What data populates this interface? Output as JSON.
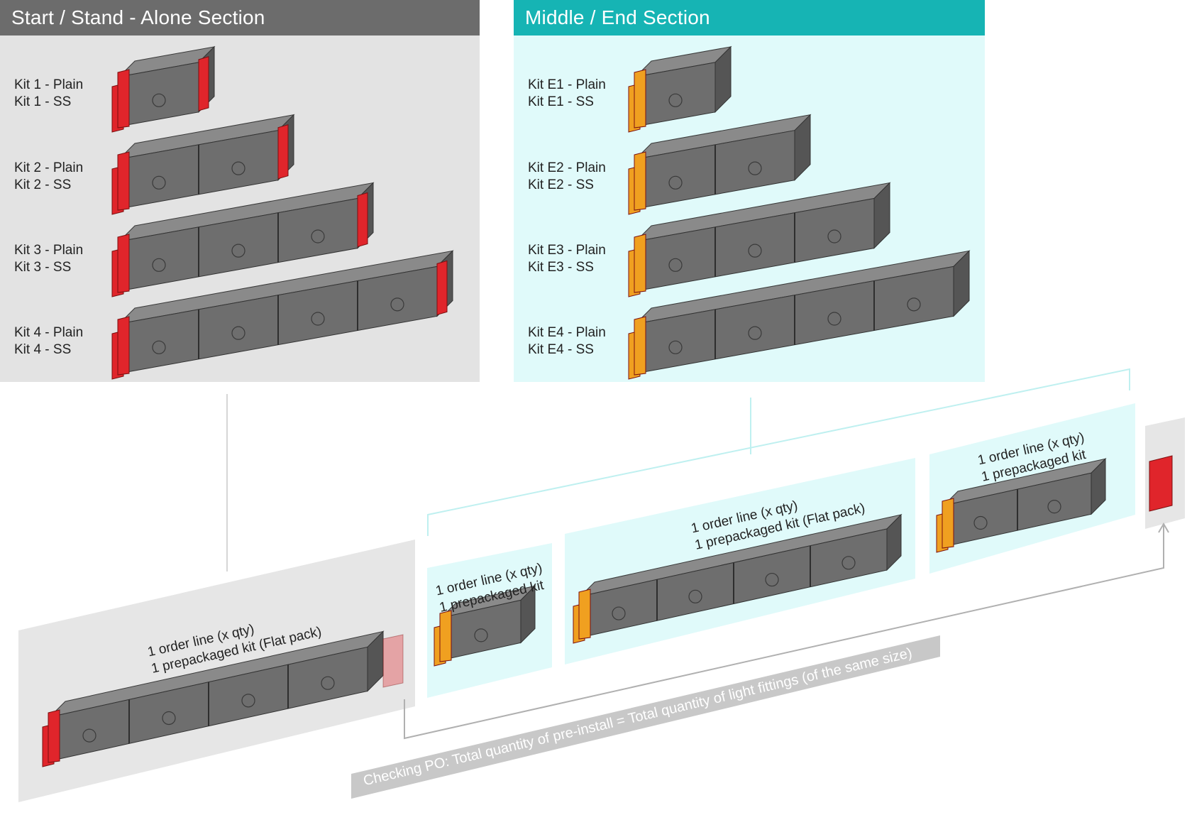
{
  "start_section": {
    "title": "Start / Stand - Alone Section",
    "color": "#6c6c6c",
    "kits": [
      {
        "plain": "Kit 1 - Plain",
        "ss": "Kit 1 - SS",
        "modules": 1
      },
      {
        "plain": "Kit 2 - Plain",
        "ss": "Kit 2 - SS",
        "modules": 2
      },
      {
        "plain": "Kit 3 - Plain",
        "ss": "Kit 3 - SS",
        "modules": 3
      },
      {
        "plain": "Kit 4 - Plain",
        "ss": "Kit 4 - SS",
        "modules": 4
      }
    ]
  },
  "middle_section": {
    "title": "Middle / End Section",
    "color": "#16b4b4",
    "kits": [
      {
        "plain": "Kit E1 - Plain",
        "ss": "Kit E1 - SS",
        "modules": 1
      },
      {
        "plain": "Kit E2 - Plain",
        "ss": "Kit E2 - SS",
        "modules": 2
      },
      {
        "plain": "Kit E3 - Plain",
        "ss": "Kit E3 - SS",
        "modules": 3
      },
      {
        "plain": "Kit E4 - Plain",
        "ss": "Kit E4 - SS",
        "modules": 4
      }
    ]
  },
  "assembly": {
    "start_group": {
      "line1": "1 order line (x qty)",
      "line2": "1 prepackaged kit (Flat pack)"
    },
    "group_single": {
      "line1": "1 order line (x qty)",
      "line2": "1 prepackaged kit"
    },
    "group_four": {
      "line1": "1 order line (x qty)",
      "line2": "1 prepackaged kit (Flat pack)"
    },
    "group_double": {
      "line1": "1 order line (x qty)",
      "line2": "1 prepackaged kit"
    }
  },
  "checking_note": "Checking PO: Total quantity of pre-install = Total quantity of light fittings (of the same size)",
  "colors": {
    "end_cap_red": "#e0252b",
    "end_cap_orange": "#f0a020",
    "module_grey": "#6e6e6e",
    "cyan_panel": "#e0fafa"
  }
}
